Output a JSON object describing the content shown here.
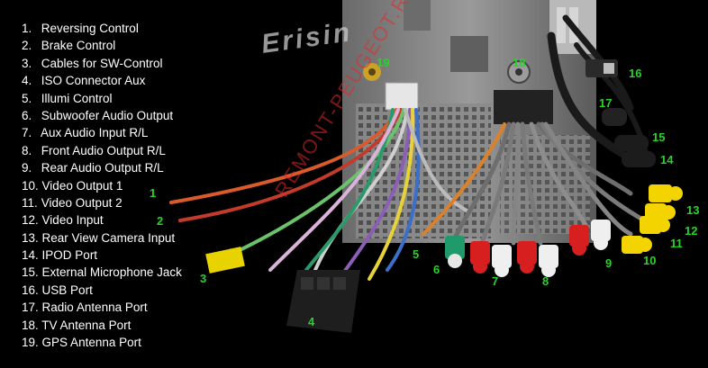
{
  "brand": "Erisin",
  "watermark": "REMONT-PEUGEOT.RU",
  "legend": [
    {
      "num": "1.",
      "label": "Reversing Control"
    },
    {
      "num": "2.",
      "label": "Brake Control"
    },
    {
      "num": "3.",
      "label": "Cables for SW-Control"
    },
    {
      "num": "4.",
      "label": "ISO Connector Aux"
    },
    {
      "num": "5.",
      "label": "Illumi Control"
    },
    {
      "num": "6.",
      "label": "Subwoofer Audio Output"
    },
    {
      "num": "7.",
      "label": "Aux Audio Input R/L"
    },
    {
      "num": "8.",
      "label": "Front Audio Output R/L"
    },
    {
      "num": "9.",
      "label": "Rear Audio Output R/L"
    },
    {
      "num": "10.",
      "label": "Video Output 1"
    },
    {
      "num": "11.",
      "label": "Video Output 2"
    },
    {
      "num": "12.",
      "label": "Video Input"
    },
    {
      "num": "13.",
      "label": "Rear View Camera Input"
    },
    {
      "num": "14.",
      "label": "IPOD Port"
    },
    {
      "num": "15.",
      "label": "External Microphone Jack"
    },
    {
      "num": "16.",
      "label": "USB Port"
    },
    {
      "num": "17.",
      "label": "Radio Antenna Port"
    },
    {
      "num": "18.",
      "label": "TV Antenna Port"
    },
    {
      "num": "19.",
      "label": "GPS Antenna Port"
    }
  ],
  "callouts": {
    "c1": "1",
    "c2": "2",
    "c3": "3",
    "c4": "4",
    "c5": "5",
    "c6": "6",
    "c7": "7",
    "c8": "8",
    "c9": "9",
    "c10": "10",
    "c11": "11",
    "c12": "12",
    "c13": "13",
    "c14": "14",
    "c15": "15",
    "c16": "16",
    "c17": "17",
    "c18": "18",
    "c19": "19"
  },
  "colors": {
    "background": "#000000",
    "legend_text": "#ffffff",
    "callout": "#27d327",
    "chassis": "#7d7d7d",
    "rca_red": "#d81f1f",
    "rca_white": "#efefef",
    "rca_yellow": "#f3d400",
    "rca_green": "#1f9a6a",
    "watermark": "#e62828"
  }
}
